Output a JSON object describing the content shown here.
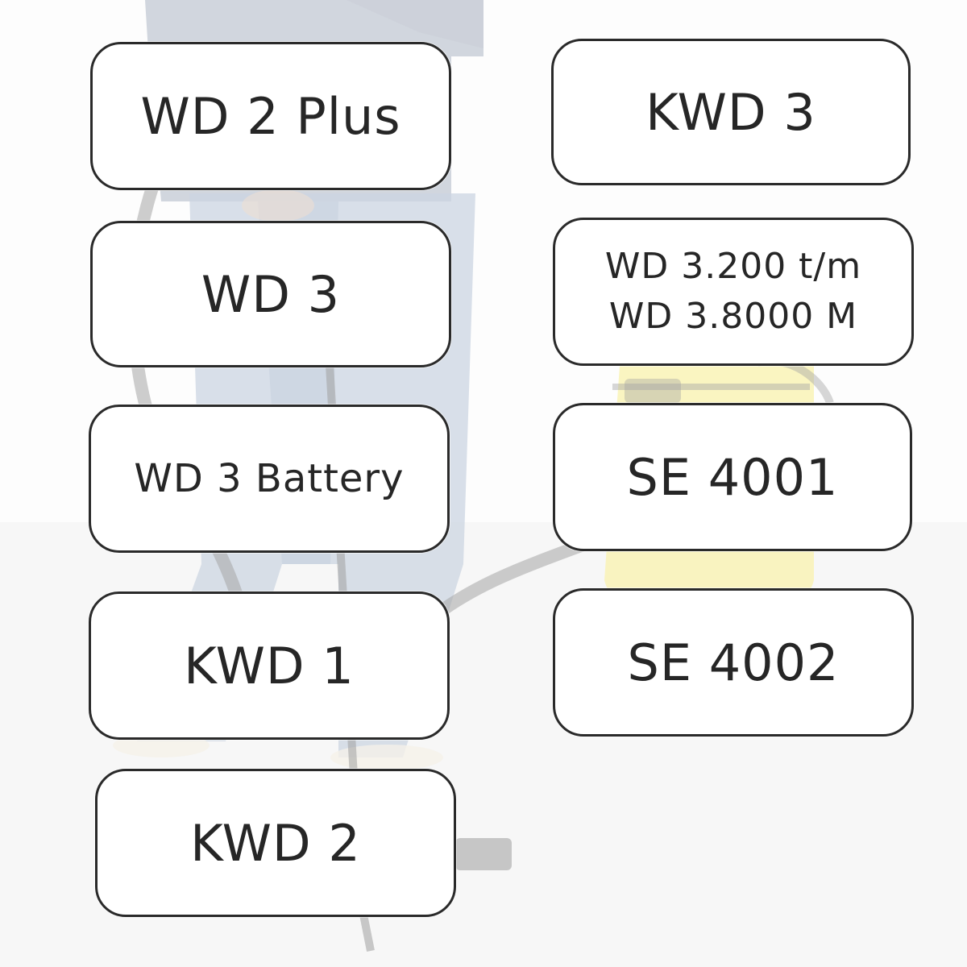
{
  "tiles": [
    {
      "label": "WD 2 Plus"
    },
    {
      "label": "KWD 3"
    },
    {
      "label": "WD 3"
    },
    {
      "lines": [
        "WD 3.200 t/m",
        "WD 3.8000 M"
      ]
    },
    {
      "label": "WD 3 Battery"
    },
    {
      "label": "SE 4001"
    },
    {
      "label": "KWD 1"
    },
    {
      "label": "SE 4002"
    },
    {
      "label": "KWD 2"
    }
  ],
  "colors": {
    "tile_border": "#2a2a2a",
    "tile_background": "#ffffff",
    "text": "#262626",
    "vacuum_yellow": "#f2e24a",
    "jeans": "#8da3bf"
  }
}
